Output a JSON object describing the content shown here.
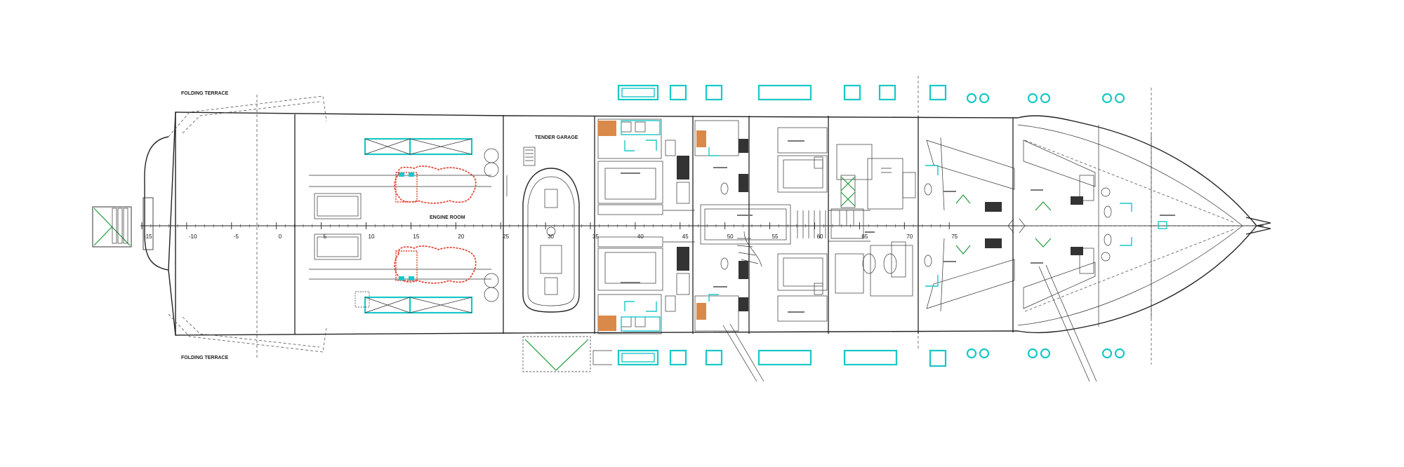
{
  "labels": {
    "folding_terrace_top": "FOLDING TERRACE",
    "folding_terrace_bottom": "FOLDING TERRACE",
    "tender_garage": "TENDER GARAGE",
    "engine_room": "ENGINE ROOM"
  },
  "frame_ticks": [
    "-15",
    "-10",
    "-5",
    "0",
    "5",
    "10",
    "15",
    "20",
    "25",
    "30",
    "35",
    "40",
    "45",
    "50",
    "55",
    "60",
    "65",
    "70",
    "75"
  ],
  "colors": {
    "hull": "#222222",
    "windows": "#19c7c7",
    "engines": "#e23a2a",
    "doors": "#1f9a3a",
    "wood": "#d98a4a"
  }
}
